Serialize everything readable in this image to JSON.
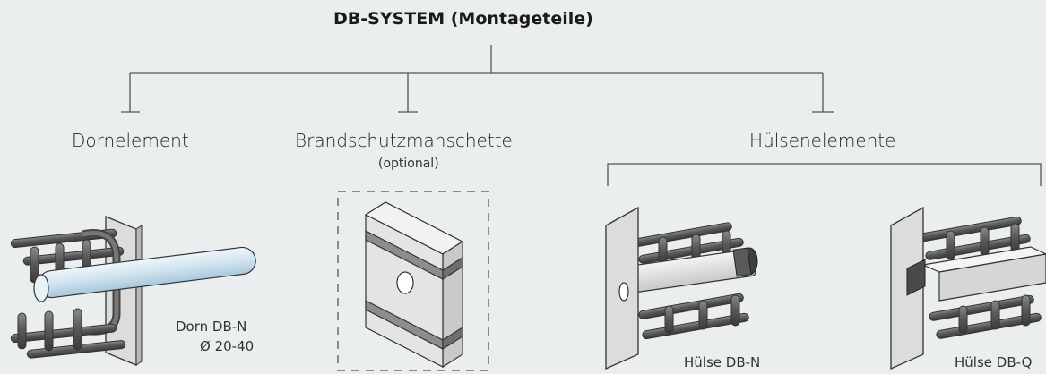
{
  "diagram": {
    "title": "DB-SYSTEM (Montageteile)",
    "branches": [
      {
        "label": "Dornelement"
      },
      {
        "label": "Brandschutzmanschette",
        "note": "(optional)"
      },
      {
        "label": "Hülsenelemente"
      }
    ],
    "parts": {
      "dorn_name": "Dorn DB-N",
      "dorn_size": "Ø 20-40",
      "huelse_n": "Hülse DB-N",
      "huelse_q": "Hülse DB-Q"
    }
  },
  "colors": {
    "background": "#ebeeef",
    "lines": "#555555",
    "plate": "#d9d9d9",
    "rebar": "#555555",
    "pipe": "#cfe3f0",
    "dashed_frame": "#8a8a8a"
  }
}
